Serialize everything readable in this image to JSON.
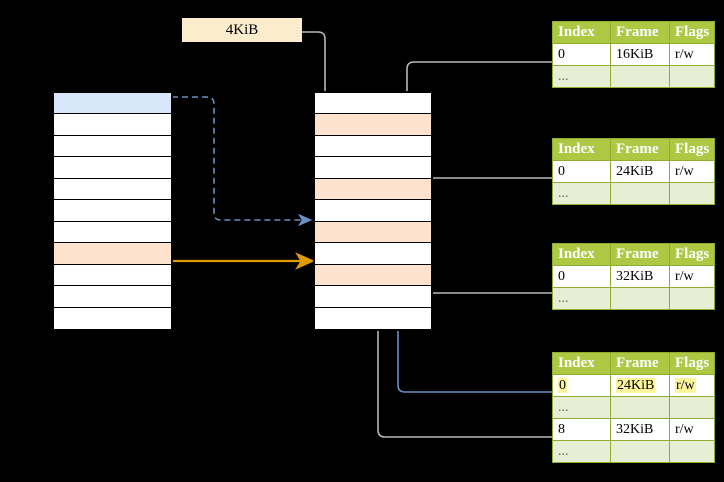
{
  "diagram": {
    "title_label": {
      "text": "4KiB"
    },
    "left_column": {
      "name": "virtual-address-space",
      "rows": [
        {
          "style": "blue"
        },
        {
          "style": "plain"
        },
        {
          "style": "plain"
        },
        {
          "style": "plain"
        },
        {
          "style": "plain"
        },
        {
          "style": "plain"
        },
        {
          "style": "plain"
        },
        {
          "style": "peach"
        },
        {
          "style": "plain"
        },
        {
          "style": "plain"
        },
        {
          "style": "plain"
        }
      ]
    },
    "middle_column": {
      "name": "physical-memory",
      "rows": [
        {
          "style": "plain"
        },
        {
          "style": "peach"
        },
        {
          "style": "plain"
        },
        {
          "style": "plain"
        },
        {
          "style": "peach"
        },
        {
          "style": "plain"
        },
        {
          "style": "peach"
        },
        {
          "style": "plain"
        },
        {
          "style": "peach"
        },
        {
          "style": "plain"
        },
        {
          "style": "plain"
        }
      ]
    },
    "tables": [
      {
        "name": "page-table-level-1",
        "headers": [
          "Index",
          "Frame",
          "Flags"
        ],
        "rows": [
          {
            "cells": [
              "0",
              "16KiB",
              "r/w"
            ],
            "ellipsis": false,
            "highlight": [
              false,
              false,
              false
            ]
          },
          {
            "cells": [
              "...",
              "",
              ""
            ],
            "ellipsis": true,
            "highlight": [
              false,
              false,
              false
            ]
          }
        ]
      },
      {
        "name": "page-table-level-2",
        "headers": [
          "Index",
          "Frame",
          "Flags"
        ],
        "rows": [
          {
            "cells": [
              "0",
              "24KiB",
              "r/w"
            ],
            "ellipsis": false,
            "highlight": [
              false,
              false,
              false
            ]
          },
          {
            "cells": [
              "...",
              "",
              ""
            ],
            "ellipsis": true,
            "highlight": [
              false,
              false,
              false
            ]
          }
        ]
      },
      {
        "name": "page-table-level-3",
        "headers": [
          "Index",
          "Frame",
          "Flags"
        ],
        "rows": [
          {
            "cells": [
              "0",
              "32KiB",
              "r/w"
            ],
            "ellipsis": false,
            "highlight": [
              false,
              false,
              false
            ]
          },
          {
            "cells": [
              "...",
              "",
              ""
            ],
            "ellipsis": true,
            "highlight": [
              false,
              false,
              false
            ]
          }
        ]
      },
      {
        "name": "page-table-level-4",
        "headers": [
          "Index",
          "Frame",
          "Flags"
        ],
        "rows": [
          {
            "cells": [
              "0",
              "24KiB",
              "r/w"
            ],
            "ellipsis": false,
            "highlight": [
              true,
              true,
              true
            ]
          },
          {
            "cells": [
              "...",
              "",
              ""
            ],
            "ellipsis": true,
            "highlight": [
              false,
              false,
              false
            ]
          },
          {
            "cells": [
              "8",
              "32KiB",
              "r/w"
            ],
            "ellipsis": false,
            "highlight": [
              false,
              false,
              false
            ]
          },
          {
            "cells": [
              "...",
              "",
              ""
            ],
            "ellipsis": true,
            "highlight": [
              false,
              false,
              false
            ]
          }
        ]
      }
    ],
    "colors": {
      "table_header_bg": "#aec844",
      "table_header_border": "#8fae2f",
      "ellipsis_row_bg": "#e8eed4",
      "highlight_bg": "#fdf59b",
      "label_bg": "#fbeccb",
      "blue_row": "#d9e7fa",
      "peach_row": "#fde3ce",
      "blue_arrow": "#6a8fc4",
      "orange_arrow": "#e09b00",
      "gray_wire": "#b3b3b3",
      "background": "#000000"
    }
  }
}
